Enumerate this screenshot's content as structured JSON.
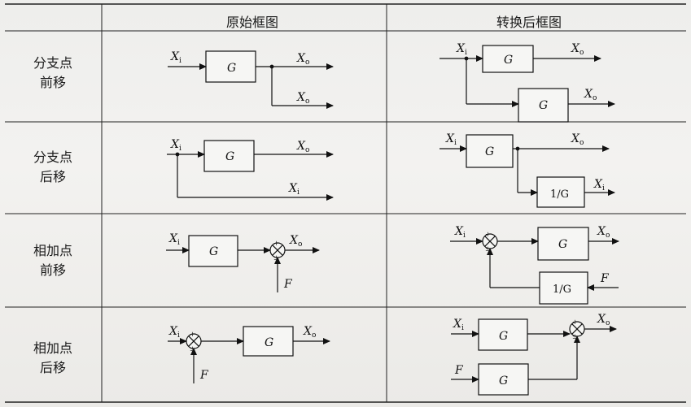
{
  "headers": [
    "原始框图",
    "转换后框图"
  ],
  "rows": [
    {
      "line1": "分支点",
      "line2": "前移"
    },
    {
      "line1": "分支点",
      "line2": "后移"
    },
    {
      "line1": "相加点",
      "line2": "前移"
    },
    {
      "line1": "相加点",
      "line2": "后移"
    }
  ],
  "symbols": {
    "G": "G",
    "inv_G": "1/G",
    "Xi": "X",
    "Xo": "X",
    "sub_i": "i",
    "sub_o": "o",
    "F": "F",
    "plus": "+",
    "pm": "±"
  }
}
